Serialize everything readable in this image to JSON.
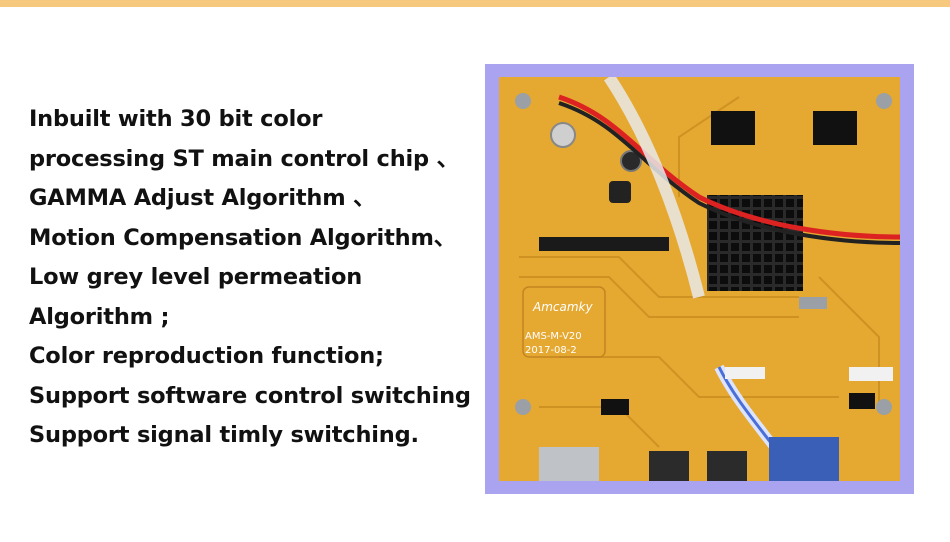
{
  "features": {
    "lines": [
      "Inbuilt with 30 bit color",
      "processing ST main control chip 、",
      "GAMMA Adjust Algorithm 、",
      "Motion Compensation Algorithm、",
      "Low grey level permeation",
      "Algorithm ;",
      "Color reproduction function;",
      "Support software control switching",
      "Support signal timly switching."
    ]
  },
  "board": {
    "model": "AMS-M-V20",
    "date": "2017-08-2",
    "brand": "Amcamky"
  },
  "colors": {
    "accent_bar": "#f6c97e",
    "frame": "#a9a3f0",
    "pcb": "#e3a52d"
  }
}
